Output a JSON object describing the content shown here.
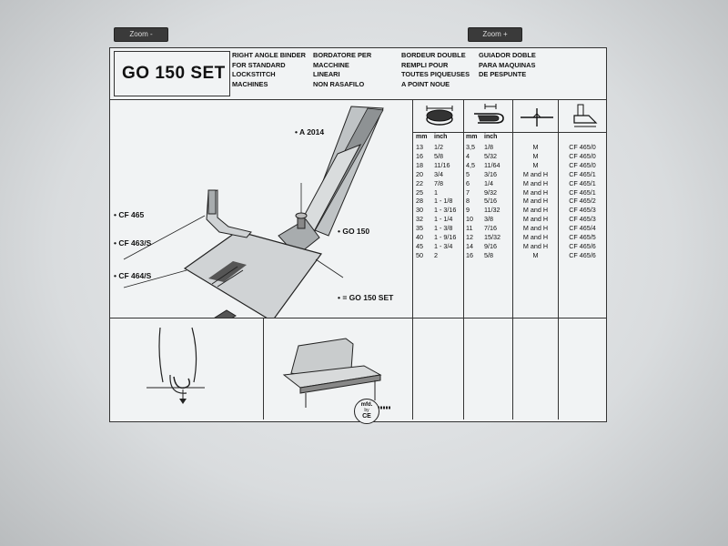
{
  "toolbar": {
    "zoom_minus_label": "Zoom -",
    "zoom_plus_label": "Zoom +"
  },
  "document": {
    "model": "GO 150 SET",
    "header": {
      "english": [
        "RIGHT ANGLE BINDER",
        "FOR STANDARD",
        "LOCKSTITCH",
        "MACHINES"
      ],
      "italian": [
        "BORDATORE PER",
        "MACCHINE",
        "LINEARI",
        "NON RASAFILO"
      ],
      "french": [
        "BORDEUR DOUBLE",
        "REMPLI POUR",
        "TOUTES PIQUEUSES",
        "A POINT NOUE"
      ],
      "spanish": [
        "GUIADOR DOBLE",
        "PARA MAQUINAS",
        "DE PESPUNTE"
      ]
    },
    "part_labels": {
      "a2014": "• A 2014",
      "cf465": "• CF 465",
      "cf463s": "• CF 463/S",
      "cf464s": "• CF 464/S",
      "go150": "• GO 150",
      "set_note": "• = GO 150 SET"
    },
    "table": {
      "units": {
        "mm1": "mm",
        "inch1": "inch",
        "mm2": "mm",
        "inch2": "inch"
      },
      "tape_mm": [
        "13",
        "16",
        "18",
        "20",
        "22",
        "25",
        "28",
        "30",
        "32",
        "35",
        "40",
        "45",
        "50"
      ],
      "tape_inch": [
        "1/2",
        "5/8",
        "11/16",
        "3/4",
        "7/8",
        "1",
        "1 - 1/8",
        "1 - 3/16",
        "1 - 1/4",
        "1 - 3/8",
        "1 - 9/16",
        "1 - 3/4",
        "2"
      ],
      "finished_mm": [
        "3,5",
        "4",
        "4,5",
        "5",
        "6",
        "7",
        "8",
        "9",
        "10",
        "11",
        "12",
        "14",
        "16"
      ],
      "finished_inch": [
        "1/8",
        "5/32",
        "11/64",
        "3/16",
        "1/4",
        "9/32",
        "5/16",
        "11/32",
        "3/8",
        "7/16",
        "15/32",
        "9/16",
        "5/8"
      ],
      "material": [
        "M",
        "M",
        "M",
        "M and H",
        "M and H",
        "M and H",
        "M and H",
        "M and H",
        "M and H",
        "M and H",
        "M and H",
        "M and H",
        "M"
      ],
      "foot": [
        "CF 465/0",
        "CF 465/0",
        "CF 465/0",
        "CF 465/1",
        "CF 465/1",
        "CF 465/1",
        "CF 465/2",
        "CF 465/3",
        "CF 465/3",
        "CF 465/4",
        "CF 465/5",
        "CF 465/6",
        "CF 465/6"
      ]
    },
    "logo": {
      "mfd": "mfd.",
      "by": "by",
      "ce": "CE"
    }
  }
}
